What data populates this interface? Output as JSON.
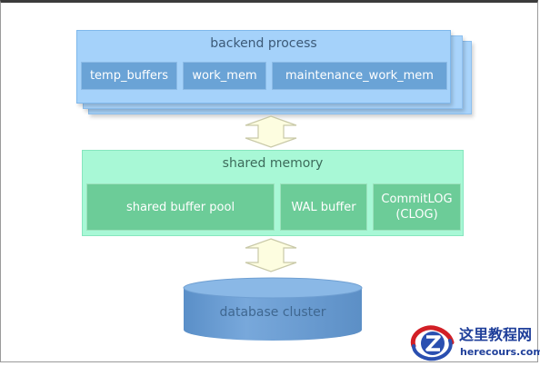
{
  "backend_process": {
    "title": "backend process",
    "cells": [
      "temp_buffers",
      "work_mem",
      "maintenance_work_mem"
    ]
  },
  "shared_memory": {
    "title": "shared memory",
    "cells": [
      "shared buffer pool",
      "WAL buffer",
      "CommitLOG\n(CLOG)"
    ]
  },
  "database": {
    "label": "database cluster"
  },
  "watermark": {
    "title_cn": "这里教程网",
    "domain": "herecours.com"
  },
  "colors": {
    "backend_bg": "#a9d4fb",
    "backend_cell": "#6aa3d6",
    "shared_bg": "#a8f8d6",
    "shared_cell": "#6ccc98",
    "arrow_fill": "#fdfde0",
    "cylinder": "#6b9fd3"
  }
}
